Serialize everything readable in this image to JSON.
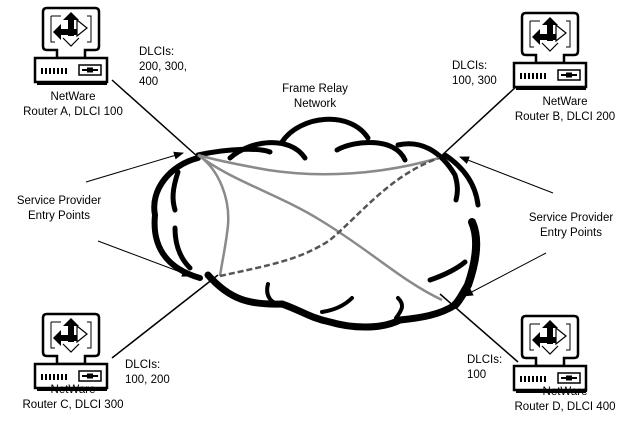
{
  "title": "Frame Relay Network",
  "network": {
    "label_line1": "Frame Relay",
    "label_line2": "Network"
  },
  "routers": [
    {
      "id": "A",
      "name_line1": "NetWare",
      "name_line2": "Router A, DLCI 100",
      "dlcis_title": "DLCIs:",
      "dlcis_line1": "200, 300,",
      "dlcis_line2": "400"
    },
    {
      "id": "B",
      "name_line1": "NetWare",
      "name_line2": "Router B, DLCI 200",
      "dlcis_title": "DLCIs:",
      "dlcis_line1": "100, 300",
      "dlcis_line2": ""
    },
    {
      "id": "C",
      "name_line1": "NetWare",
      "name_line2": "Router C, DLCI 300",
      "dlcis_title": "DLCIs:",
      "dlcis_line1": "100, 200",
      "dlcis_line2": ""
    },
    {
      "id": "D",
      "name_line1": "NetWare",
      "name_line2": "Router D, DLCI 400",
      "dlcis_title": "DLCIs:",
      "dlcis_line1": "100",
      "dlcis_line2": ""
    }
  ],
  "annotations": {
    "left": {
      "line1": "Service Provider",
      "line2": "Entry Points"
    },
    "right": {
      "line1": "Service Provider",
      "line2": "Entry Points"
    }
  },
  "virtual_circuits": [
    {
      "from": "A",
      "to": "B",
      "style": "solid"
    },
    {
      "from": "A",
      "to": "C",
      "style": "solid"
    },
    {
      "from": "A",
      "to": "D",
      "style": "solid"
    },
    {
      "from": "C",
      "to": "B",
      "style": "dashed"
    }
  ],
  "colors": {
    "circuit_solid": "#8a8a8a",
    "circuit_dashed": "#555555",
    "outline": "#000000"
  }
}
